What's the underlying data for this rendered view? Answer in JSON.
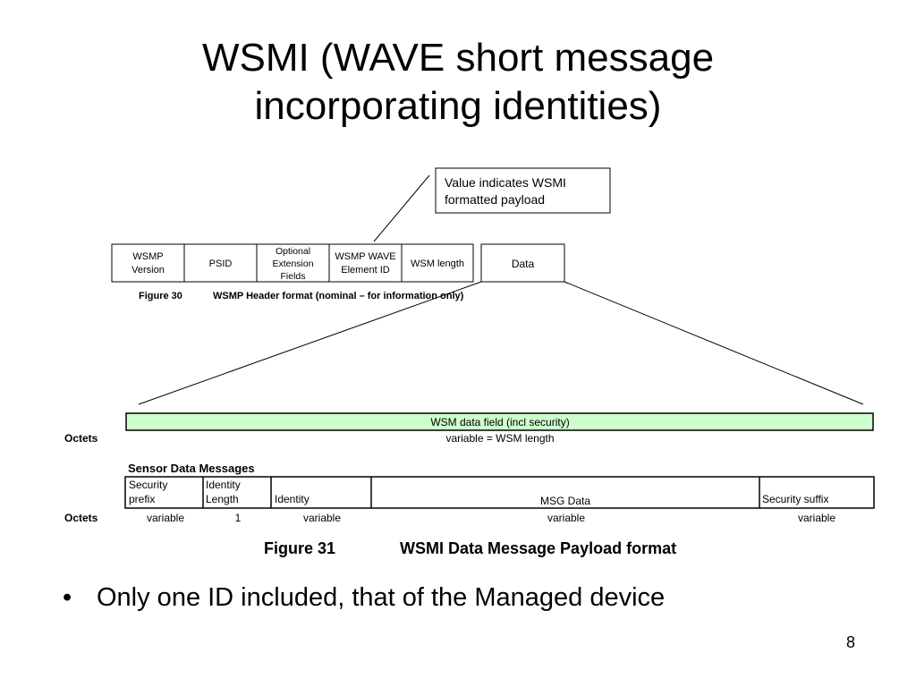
{
  "slide": {
    "title_line1": "WSMI (WAVE short message",
    "title_line2": "incorporating identities)",
    "bullet": "Only one ID included, that of the Managed device",
    "page_number": "8"
  },
  "figure30": {
    "callout": [
      "Value indicates WSMI",
      "formatted payload"
    ],
    "fields": [
      [
        "WSMP",
        "Version"
      ],
      [
        "PSID"
      ],
      [
        "Optional",
        "Extension",
        "Fields"
      ],
      [
        "WSMP WAVE",
        "Element ID"
      ],
      [
        "WSM length"
      ]
    ],
    "data_label": "Data",
    "caption_number": "Figure 30",
    "caption_text": "WSMP Header format (nominal – for information only)"
  },
  "figure31": {
    "wsm_field_label": "WSM data field (incl security)",
    "octets_label": "Octets",
    "octets_top_value": "variable = WSM length",
    "section_title": "Sensor Data Messages",
    "fields": [
      [
        "Security",
        "prefix"
      ],
      [
        "Identity",
        "Length"
      ],
      [
        "Identity"
      ],
      [
        "MSG Data"
      ],
      [
        "Security suffix"
      ]
    ],
    "octet_values": [
      "variable",
      "1",
      "variable",
      "variable",
      "variable"
    ],
    "caption_number": "Figure 31",
    "caption_text": "WSMI Data Message Payload format"
  },
  "colors": {
    "wsm_field_fill": "#ccffcc"
  }
}
